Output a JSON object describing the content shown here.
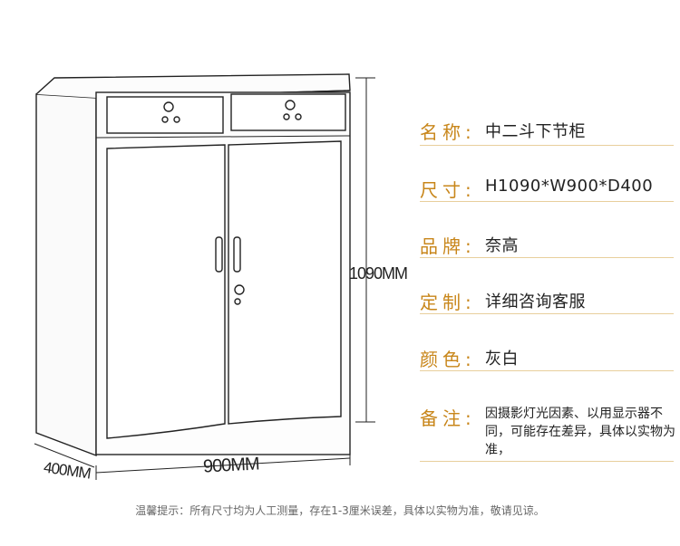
{
  "dimensions": {
    "height_label": "1090MM",
    "width_label": "900MM",
    "depth_label": "400MM"
  },
  "specs": [
    {
      "label": "名称:",
      "value": "中二斗下节柜"
    },
    {
      "label": "尺寸:",
      "value": "H1090*W900*D400"
    },
    {
      "label": "品牌:",
      "value": "奈高"
    },
    {
      "label": "定制:",
      "value": "详细咨询客服"
    },
    {
      "label": "颜色:",
      "value": "灰白"
    }
  ],
  "note": {
    "label": "备注:",
    "text": "因摄影灯光因素、以用显示器不同，可能存在差异，具体以实物为准，"
  },
  "footer_tip": "温馨提示：所有尺寸均为人工测量，存在1-3厘米误差，具体以实物为准，敬请见谅。",
  "colors": {
    "accent": "#c8861a",
    "line": "#e8cf9c"
  }
}
